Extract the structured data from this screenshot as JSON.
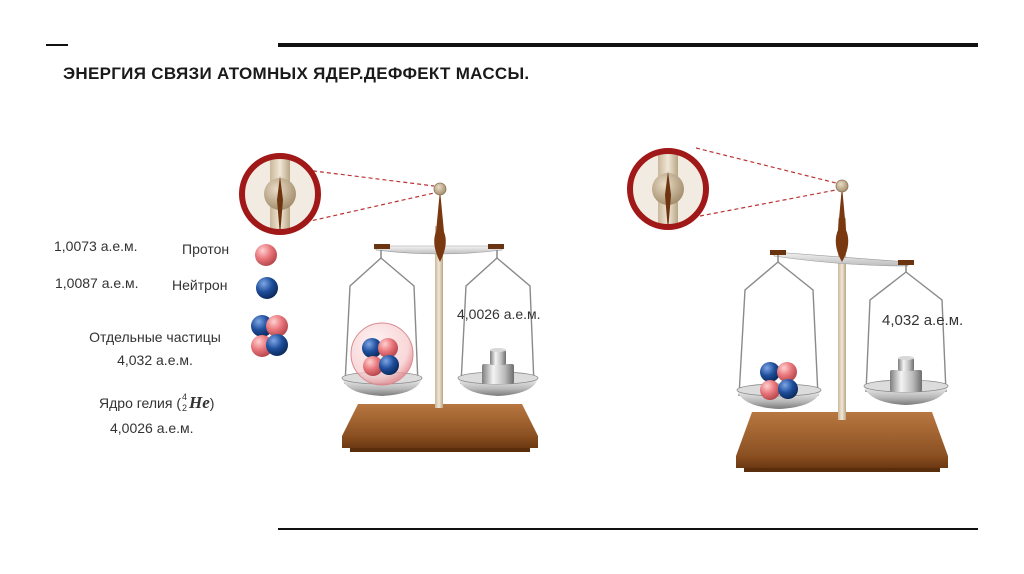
{
  "title": "ЭНЕРГИЯ СВЯЗИ АТОМНЫХ ЯДЕР.ДЕФФЕКТ МАССЫ.",
  "legend": {
    "proton_mass": "1,0073 а.е.м.",
    "proton_label": "Протон",
    "neutron_mass": "1,0087 а.е.м.",
    "neutron_label": "Нейтрон",
    "particles_label": "Отдельные частицы",
    "particles_mass": "4,032 а.е.м.",
    "helium_label": "Ядро гелия (",
    "helium_symbol": "He",
    "helium_mass_number": "4",
    "helium_atomic_number": "2",
    "helium_close": ")",
    "helium_mass": "4,0026 а.е.м."
  },
  "scale_left": {
    "weight_label": "4,0026 а.е.м."
  },
  "scale_right": {
    "weight_label": "4,032 а.е.м."
  },
  "colors": {
    "proton": "#e8757a",
    "neutron": "#1f4f9c",
    "base": "#a0622e",
    "magnifier_ring": "#a01818"
  }
}
